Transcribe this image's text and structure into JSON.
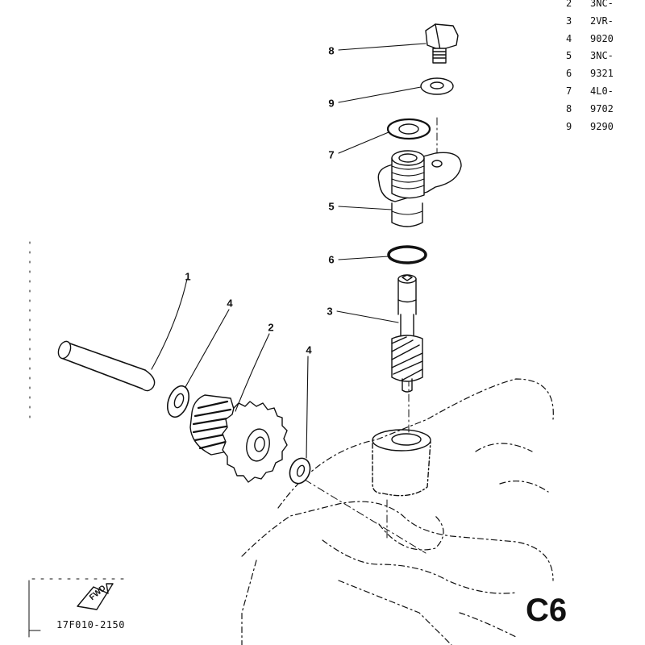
{
  "parts_list": [
    {
      "num": "2",
      "code": "3NC-"
    },
    {
      "num": "3",
      "code": "2VR-"
    },
    {
      "num": "4",
      "code": "9020"
    },
    {
      "num": "5",
      "code": "3NC-"
    },
    {
      "num": "6",
      "code": "9321"
    },
    {
      "num": "7",
      "code": "4L0-"
    },
    {
      "num": "8",
      "code": "9702"
    },
    {
      "num": "9",
      "code": "9290"
    }
  ],
  "callouts": {
    "c8": "8",
    "c9": "9",
    "c7": "7",
    "c5": "5",
    "c6": "6",
    "c3": "3",
    "c1": "1",
    "c4a": "4",
    "c2": "2",
    "c4b": "4"
  },
  "fwd_label": "FWD",
  "diagram_code": "17F010-2150",
  "page_code": "C6"
}
